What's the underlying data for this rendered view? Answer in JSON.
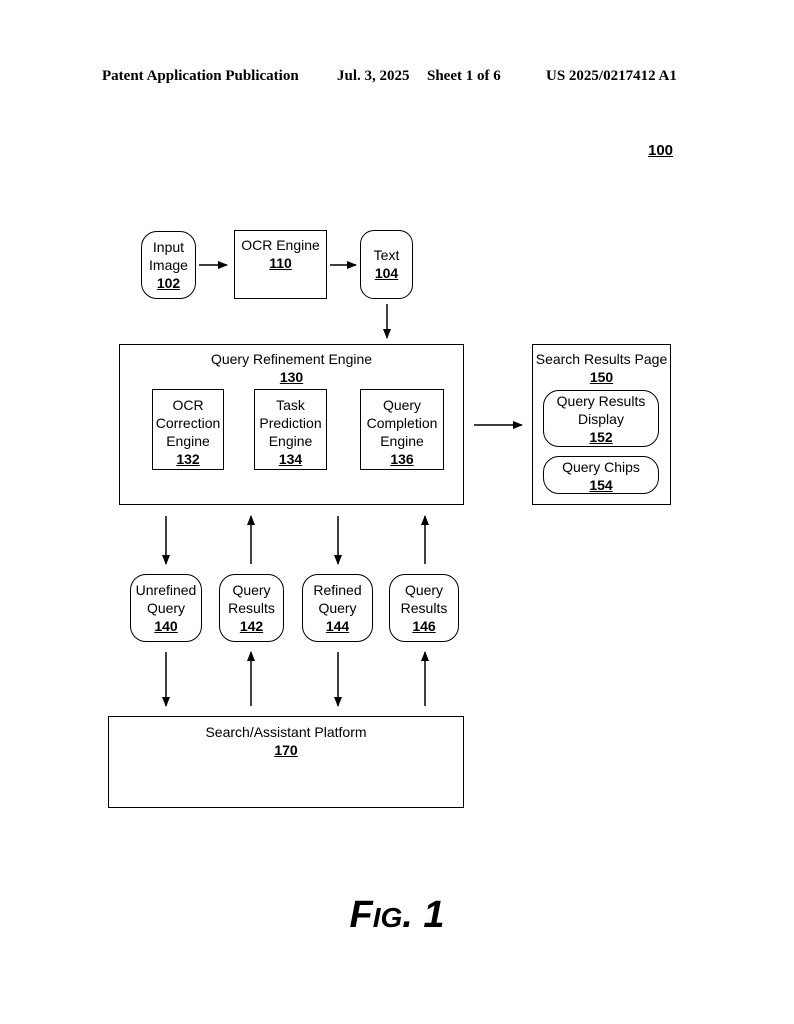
{
  "header": {
    "publication": "Patent Application Publication",
    "date": "Jul. 3, 2025",
    "sheet": "Sheet 1 of 6",
    "number": "US 2025/0217412 A1"
  },
  "system_ref": "100",
  "nodes": {
    "input_image": {
      "label": "Input\nImage",
      "ref": "102"
    },
    "ocr_engine": {
      "label": "OCR Engine",
      "ref": "110"
    },
    "text": {
      "label": "Text",
      "ref": "104"
    },
    "query_refinement_engine": {
      "label": "Query Refinement Engine",
      "ref": "130"
    },
    "ocr_correction_engine": {
      "label": "OCR\nCorrection\nEngine",
      "ref": "132"
    },
    "task_prediction_engine": {
      "label": "Task\nPrediction\nEngine",
      "ref": "134"
    },
    "query_completion_engine": {
      "label": "Query\nCompletion\nEngine",
      "ref": "136"
    },
    "search_results_page": {
      "label": "Search Results Page",
      "ref": "150"
    },
    "query_results_display": {
      "label": "Query Results\nDisplay",
      "ref": "152"
    },
    "query_chips": {
      "label": "Query Chips",
      "ref": "154"
    },
    "unrefined_query": {
      "label": "Unrefined\nQuery",
      "ref": "140"
    },
    "query_results_142": {
      "label": "Query\nResults",
      "ref": "142"
    },
    "refined_query": {
      "label": "Refined\nQuery",
      "ref": "144"
    },
    "query_results_146": {
      "label": "Query\nResults",
      "ref": "146"
    },
    "search_assistant_platform": {
      "label": "Search/Assistant Platform",
      "ref": "170"
    }
  },
  "figure": {
    "prefix_big": "F",
    "prefix_small": "IG",
    "suffix": ". 1"
  }
}
